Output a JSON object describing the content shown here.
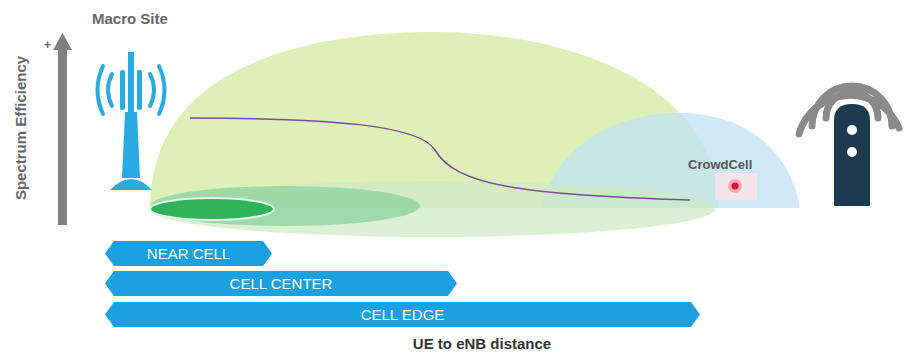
{
  "diagram": {
    "nodes": [
      {
        "text": [
          "NEAR CELL"
        ]
      },
      {
        "text": [
          "CELL CENTER"
        ]
      },
      {
        "text": [
          "CELL EDGE"
        ]
      }
    ],
    "labels": [
      "Macro Site",
      "+",
      "Spectrum Efficiency",
      "CrowdCell",
      "UE to eNB distance"
    ]
  }
}
